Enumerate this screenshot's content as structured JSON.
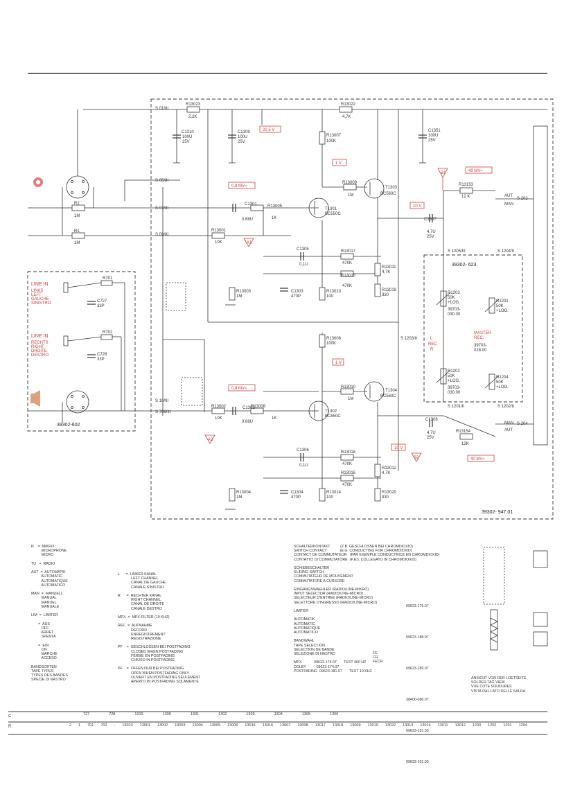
{
  "board_labels": {
    "main": "39302- 947.01",
    "left": "39302-602",
    "right": "39302- 623"
  },
  "inputs": {
    "line_in_1": {
      "title": "LINE IN",
      "lines": [
        "LINKS",
        "LEFT",
        "GAUCHE",
        "SINISTRO"
      ]
    },
    "line_in_2": {
      "title": "LINE IN",
      "lines": [
        "RECHTS",
        "RIGHT",
        "DROITE",
        "DESTRO"
      ]
    }
  },
  "transistors": [
    {
      "ref": "T1301",
      "type": "BC550C"
    },
    {
      "ref": "T1303",
      "type": "BC560C"
    },
    {
      "ref": "T1302",
      "type": "BC550C"
    },
    {
      "ref": "T1304",
      "type": "BC560C"
    }
  ],
  "components": {
    "R13023": "R13023",
    "R13023v": "2,2K",
    "R13022": "R13022",
    "R13022v": "4,7K",
    "C1310": "C1310",
    "C1310v": "100U",
    "C1310u": "25V",
    "C1309": "C1309",
    "C1309v": "100U",
    "C1309u": "25V",
    "C1351": "C1351",
    "C1351v": "100U",
    "C1351u": "25V",
    "R13007": "R13007",
    "R13007v": "100K",
    "R13009": "R13009",
    "R13009v": "1M",
    "R13153": "R13153",
    "R13153v": "12 K",
    "C1301": "C1301",
    "C1301v": "0,68U",
    "R13005": "R13005",
    "R13005v": "1K",
    "C1307": "C1307",
    "C1307v": "4,7U",
    "C1307u": "25V",
    "R13001": "R13001",
    "R13001v": "10K",
    "C1305": "C1305",
    "C1305v": "0,1U",
    "R13017": "R13017",
    "R13017v": "470K",
    "R13011": "R13011",
    "R13011v": "4,7K",
    "R13015": "R13015",
    "R13015v": "470K",
    "R13003": "R13003",
    "R13003v": "1M",
    "C1303": "C1303",
    "C1303v": "470P",
    "R13013": "R13013",
    "R13013v": "100",
    "R13019": "R13019",
    "R13019v": "330",
    "R2": "R2",
    "R2v": "1M",
    "R1": "R1",
    "R1v": "1M",
    "R701": "R701",
    "C727": "C727",
    "C727v": "33P",
    "R702": "R702",
    "C728": "C728",
    "C728v": "33P",
    "R1203": "R1203",
    "R1203v": "50K",
    "R1203l": "+LOG.",
    "R1203c": "39703-",
    "R1203c2": "030.00",
    "R1201": "R1201",
    "R1201v": "50K",
    "R1201l": "+LOG.",
    "R1202": "R1202",
    "R1202v": "50K",
    "R1202l": "+LOG.",
    "R1202c": "39703-",
    "R1202c2": "030.00",
    "R1204": "R1204",
    "R1204v": "50K",
    "R1204l": "+LOG.",
    "master": "MASTER",
    "master2": "REC.",
    "masterc": "39703-",
    "masterc2": "028.00",
    "R13006": "R13006",
    "R13006v": "100K",
    "R13010": "R13010",
    "R13010v": "1M",
    "R13002": "R13002",
    "R13002v": "10K",
    "C1302": "C1302",
    "C1302v": "0,68U",
    "R13008": "R13008",
    "R13008v": "1K",
    "C1308": "C1308",
    "C1308v": "4,7U",
    "C1308u": "25V",
    "R13154": "R13154",
    "R13154v": "12K",
    "C1306": "C1306",
    "C1306v": "0,1U",
    "R13018": "R13018",
    "R13018v": "470K",
    "R13012": "R13012",
    "R13012v": "4,7K",
    "R13016": "R13016",
    "R13016v": "470K",
    "R13004": "R13004",
    "R13004v": "1M",
    "C1304": "C1304",
    "C1304v": "470P",
    "R13014": "R13014",
    "R13014v": "100",
    "R13020": "R13020",
    "R13020v": "330"
  },
  "nets": {
    "s0111": "S 01/III",
    "s0511": "S 05/III",
    "s0711": "S 07/III",
    "s0911": "S 09/III",
    "s1011": "S 10/III",
    "s7011": "S 706/III",
    "s202": "S 202",
    "s204": "S 204",
    "s1205": "S 1205/III",
    "s1204": "S 1204/II",
    "s1203": "S 1203/II",
    "s1201": "S 1201/II",
    "s1202": "S 1202/II",
    "aut": "AUT",
    "man": "MAN",
    "man2": "MAN",
    "aut2": "AUT",
    "rec": "REC",
    "l": "L",
    "r": "R"
  },
  "voltages": {
    "v1": "20,5 V",
    "v2": "1 V",
    "v3": "10 V",
    "v4": "40 MV≈",
    "v5": "0,8 MV≈",
    "v6": "1 V",
    "v7": "0,8 MV≈",
    "v8": "10 V",
    "v9": "40 MV≈"
  },
  "tp": {
    "a1": "A1",
    "a2": "A2",
    "b1": "B1",
    "b2": "B2"
  },
  "legend": {
    "col1": "R    =  MIKRO\n          MICROPHONE\n          MICRO\n\nTU   =  RADIO\n\nAUT  =  AUTOMATIK\n          AUTOMATIC\n          AUTOMATIQUE\n          AUTOMATICO\n\nMAN  =  MANUELL\n          MANUAL\n          MANUEL\n          MANUALE\n\nLIM  =  LIMITER\n\n       =  AUS\n          OFF\n          ARRET\n          SPENTA\n\n       =  EIN\n          ON\n          MARCHE\n          ACCESO\n\nBANDSORTEN\nTAPE TYPES\nTYPES DES BANDES\nSPECIE DI NASTRO",
    "col2": "L      =  LINKER KANAL\n             LEFT CHANNEL\n             CANAL DE GAUCHE\n             CANALE SINISTRO\n\nR      =  RECHTER KANAL\n             RIGHT CHANNEL\n             CANAL DE DROITE\n             CANALE DESTRO\n\nMPX  =  MPX-FILTER (19 KHZ)\n\nREC  =  AUFNAHME\n             RECORD\n             ENREGISTREMENT\n             REGISTRAZIONE\n\nPF    =  GESCHLOSSEN BEI POSTFADING\n             CLOSED WHEN POSTFADING\n             FERME EN POSTFADING\n             CHIUSO IN POSTFADING\n\nPF    =  OFFEN NUR BEI POSTFADING\n             OPEN WHEN POSTFADING ONLY\n             OUVERT EN POSTFADING SEULEMENT\n             APERTO IN POSTFADING SOLAMENTE",
    "col3": "SCHALTERKONTAKT          (Z.B. GESCHLOSSEN BEI CHROMDIOXID)\nSWITCH CONTACT             (E.G. CONDUCTING FOR CHROMDIOXID)\nCONTACT DE COMMUTATEUR   (PAR EXEMPLE CONDUCTRICE EN CHROMDIOXID)\nCONTATTO DI COMMUTATORE  (P.ES. COLLEGATO IN CHROMDIOXID)\n\nSCHIEBESCHALTER\nSLIDING SWITCH\nCOMMUTATEUR DE MOUVEMENT\nCOMMUTATORE A CURSORE\n\nEINGANGSWAEHLER (RADIO/LINE-MIKRO)\nINPUT SELECTOR (RADIO/LINE-MICRO)\nSELECTEUR D'ENTREE (RADIO/LINE-MICRO)\nSELETTORE D'INGRESSO (RADIO/LINE-MICRO)\n\nLIMITER\n\nAUTOMATIK\nAUTOMATIC\nAUTOMATIQUE\nAUTOMATICO\n\nBANDWAHL\nTAPE SELECTION\nSELECTION DE BANDE\nSELEZIONE DI NASTRO\n\nMPX            09623-174.07       TEST 400 HZ\nDOLBY          09623-174.07\nPOSTFADING  09623-181.07       TEST 10 KHZ",
    "col4": "09623-175.07\n\n\n09623-188.07\n\n\n09623-189.07\n\n\n38400-086.07\n\n\n09623-191.03\n\n\n09623-191.03",
    "fe": "FE\nCR\nFECR",
    "view": "ANSICHT VON DER LOETSEITE\nSOLDER TAG VIEW\nVUE COTE SOUDURES\nVISTA DAL LATO DELLE SALDA"
  },
  "parts_rows": {
    "c_label": "C:",
    "r_label": "R:",
    "c_items": [
      "727",
      "728",
      "1310",
      "1309",
      "1301",
      "1302",
      "1303",
      "1304",
      "1305",
      "1306"
    ],
    "r_items": [
      "2",
      "1",
      "701",
      "702",
      "-",
      "13023",
      "13001",
      "13002",
      "13003",
      "13004",
      "13005",
      "13006",
      "13015",
      "13016",
      "13007",
      "13008",
      "13017",
      "13018",
      "13009",
      "13010",
      "13022",
      "13013",
      "13014",
      "13011",
      "13012",
      "1203",
      "1202",
      "1201",
      "1204"
    ]
  }
}
